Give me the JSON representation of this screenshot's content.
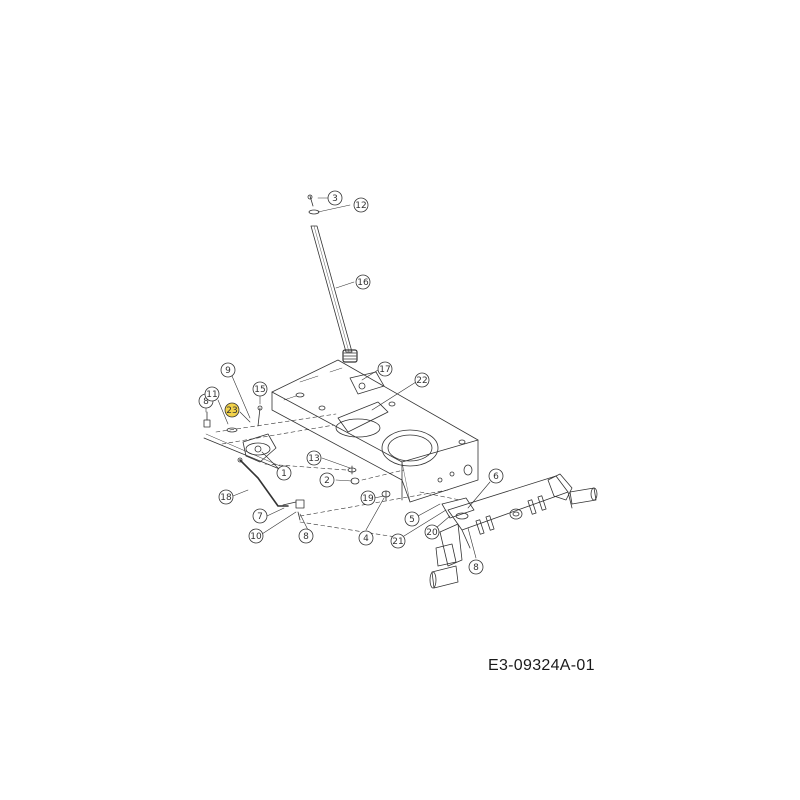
{
  "diagram": {
    "code": "E3-09324A-01",
    "highlight_color": "#f2d24a",
    "line_color": "#333333",
    "callouts": [
      {
        "id": "c3",
        "label": "3"
      },
      {
        "id": "c12",
        "label": "12"
      },
      {
        "id": "c16",
        "label": "16"
      },
      {
        "id": "c17",
        "label": "17"
      },
      {
        "id": "c22",
        "label": "22"
      },
      {
        "id": "c9",
        "label": "9"
      },
      {
        "id": "c15",
        "label": "15"
      },
      {
        "id": "c8a",
        "label": "8"
      },
      {
        "id": "c11",
        "label": "11"
      },
      {
        "id": "c23",
        "label": "23",
        "highlighted": true
      },
      {
        "id": "c1",
        "label": "1"
      },
      {
        "id": "c13",
        "label": "13"
      },
      {
        "id": "c2",
        "label": "2"
      },
      {
        "id": "c18",
        "label": "18"
      },
      {
        "id": "c7",
        "label": "7"
      },
      {
        "id": "c10",
        "label": "10"
      },
      {
        "id": "c8b",
        "label": "8"
      },
      {
        "id": "c19",
        "label": "19"
      },
      {
        "id": "c4",
        "label": "4"
      },
      {
        "id": "c6",
        "label": "6"
      },
      {
        "id": "c5",
        "label": "5"
      },
      {
        "id": "c20",
        "label": "20"
      },
      {
        "id": "c21",
        "label": "21"
      },
      {
        "id": "c8c",
        "label": "8"
      }
    ]
  }
}
